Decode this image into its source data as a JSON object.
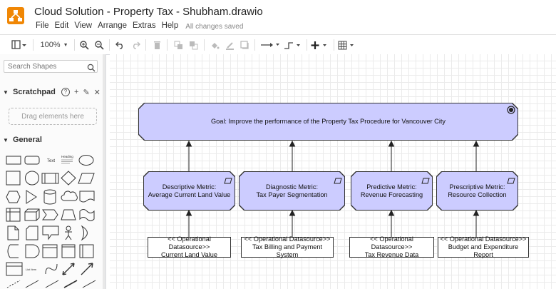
{
  "app": {
    "title": "Cloud Solution - Property Tax - Shubham.drawio",
    "menu": [
      "File",
      "Edit",
      "View",
      "Arrange",
      "Extras",
      "Help"
    ],
    "save_status": "All changes saved",
    "brand_color": "#f08705"
  },
  "toolbar": {
    "zoom": "100%",
    "icons": [
      "page-view-icon",
      "zoom-in-icon",
      "zoom-out-icon",
      "undo-icon",
      "redo-icon",
      "delete-icon",
      "to-front-icon",
      "to-back-icon",
      "fill-color-icon",
      "line-color-icon",
      "shadow-icon",
      "connection-icon",
      "waypoints-icon",
      "insert-icon",
      "table-icon"
    ]
  },
  "sidebar": {
    "search_placeholder": "Search Shapes",
    "scratchpad": {
      "title": "Scratchpad",
      "drop_hint": "Drag elements here"
    },
    "general": {
      "title": "General"
    },
    "shape_text_labels": [
      "Text",
      "Heading",
      "List Item"
    ]
  },
  "diagram": {
    "fill_color": "#ccccff",
    "goal": {
      "label": "Goal: Improve the performance of the Property Tax Procedure for Vancouver City"
    },
    "metrics": [
      {
        "line1": "Descriptive Metric:",
        "line2": "Average Current Land Value"
      },
      {
        "line1": "Diagnostic Metric:",
        "line2": "Tax Payer Segmentation"
      },
      {
        "line1": "Predictive Metric:",
        "line2": "Revenue Forecasting"
      },
      {
        "line1": "Prescriptive Metric:",
        "line2": "Resource Collection"
      }
    ],
    "datasources": [
      {
        "line1": "<< Operational Datasource>>",
        "line2": "Current Land Value"
      },
      {
        "line1": "<< Operational Datasource>>",
        "line2": "Tax Billing and Payment System"
      },
      {
        "line1": "<< Operational Datasource>>",
        "line2": "Tax Revenue Data"
      },
      {
        "line1": "<< Operational Datasource>>",
        "line2": "Budget and Expenditure Report"
      }
    ]
  }
}
